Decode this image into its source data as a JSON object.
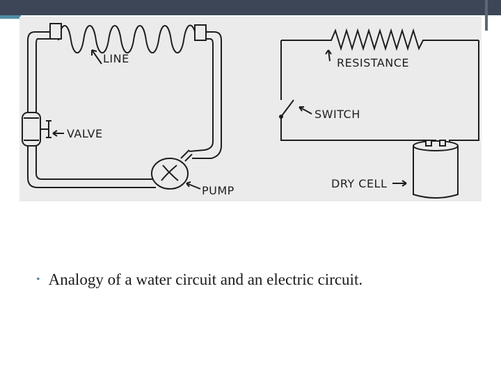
{
  "figure": {
    "water_circuit_labels": {
      "line": "LINE",
      "valve": "VALVE",
      "pump": "PUMP"
    },
    "electric_circuit_labels": {
      "resistance": "RESISTANCE",
      "switch": "SWITCH",
      "dry_cell": "DRY CELL"
    }
  },
  "caption": {
    "bullet": "•",
    "text": "Analogy of a water circuit and an electric circuit."
  },
  "colors": {
    "top_bar": "#3c4656",
    "accent": "#4f8ea3",
    "figure_background": "#ebebeb"
  }
}
